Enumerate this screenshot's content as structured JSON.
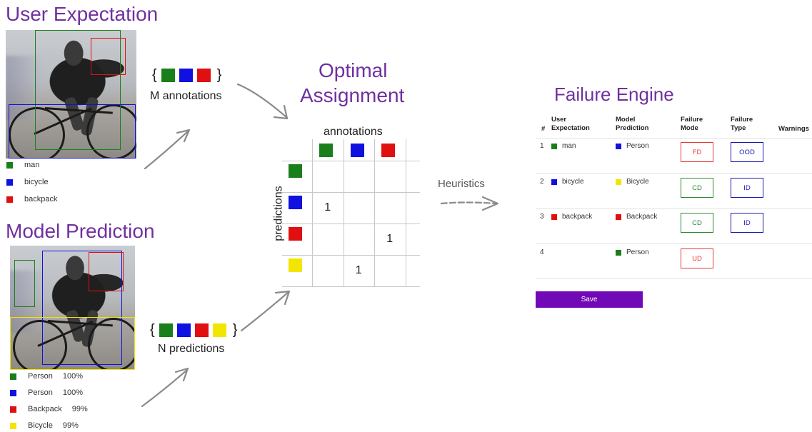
{
  "user_expectation": {
    "title": "User Expectation",
    "legend": [
      {
        "label": "man",
        "color": "#1a7f1a"
      },
      {
        "label": "bicycle",
        "color": "#1010e0"
      },
      {
        "label": "backpack",
        "color": "#e01010"
      }
    ],
    "set_label": "M annotations",
    "set_open": "{",
    "set_close": "}"
  },
  "model_prediction": {
    "title": "Model Prediction",
    "legend": [
      {
        "label": "Person",
        "score": "100%",
        "color": "#1a7f1a"
      },
      {
        "label": "Person",
        "score": "100%",
        "color": "#1010e0"
      },
      {
        "label": "Backpack",
        "score": "99%",
        "color": "#e01010"
      },
      {
        "label": "Bicycle",
        "score": "99%",
        "color": "#f2e600"
      }
    ],
    "set_label": "N predictions",
    "set_open": "{",
    "set_close": "}"
  },
  "assignment": {
    "title_line1": "Optimal",
    "title_line2": "Assignment",
    "col_axis": "annotations",
    "row_axis": "predictions",
    "col_colors": [
      "#1a7f1a",
      "#1010e0",
      "#e01010"
    ],
    "row_colors": [
      "#1a7f1a",
      "#1010e0",
      "#e01010",
      "#f2e600"
    ],
    "cells": [
      {
        "row": 1,
        "col": 0,
        "value": "1"
      },
      {
        "row": 2,
        "col": 2,
        "value": "1"
      },
      {
        "row": 3,
        "col": 1,
        "value": "1"
      }
    ]
  },
  "heuristics_label": "Heuristics",
  "failure_engine": {
    "title": "Failure Engine",
    "headers": {
      "num": "#",
      "user_l1": "User",
      "user_l2": "Expectation",
      "model_l1": "Model",
      "model_l2": "Prediction",
      "mode_l1": "Failure",
      "mode_l2": "Mode",
      "type_l1": "Failure",
      "type_l2": "Type",
      "warnings": "Warnings"
    },
    "rows": [
      {
        "num": "1",
        "user": "man",
        "user_color": "#1a7f1a",
        "pred": "Person",
        "pred_color": "#1010e0",
        "mode": "FD",
        "mode_color": "#e53935",
        "type": "OOD",
        "type_color": "#1a1ab0"
      },
      {
        "num": "2",
        "user": "bicycle",
        "user_color": "#1010e0",
        "pred": "Bicycle",
        "pred_color": "#f2e600",
        "mode": "CD",
        "mode_color": "#2e8b2e",
        "type": "ID",
        "type_color": "#1a1ab0"
      },
      {
        "num": "3",
        "user": "backpack",
        "user_color": "#e01010",
        "pred": "Backpack",
        "pred_color": "#e01010",
        "mode": "CD",
        "mode_color": "#2e8b2e",
        "type": "ID",
        "type_color": "#1a1ab0"
      },
      {
        "num": "4",
        "user": "",
        "user_color": "",
        "pred": "Person",
        "pred_color": "#1a7f1a",
        "mode": "UD",
        "mode_color": "#e53935",
        "type": "",
        "type_color": ""
      }
    ],
    "save_label": "Save"
  }
}
